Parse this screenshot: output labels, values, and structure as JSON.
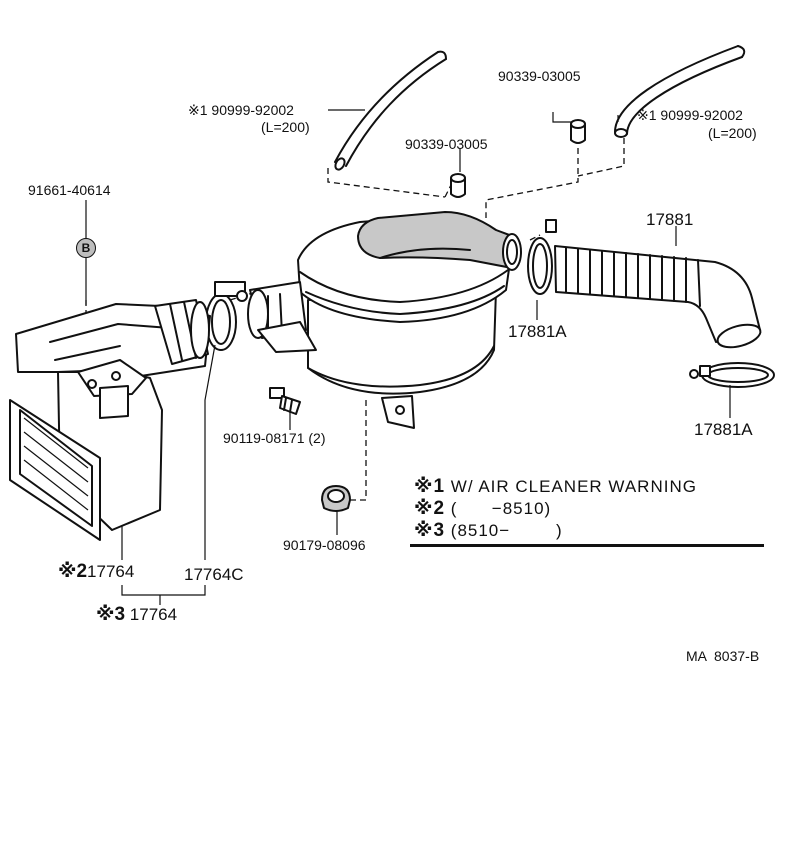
{
  "labels": {
    "hose_left": {
      "mark": "※1",
      "part": "90999-92002",
      "len": "(L=200)"
    },
    "plug_top": "90339-03005",
    "plug_mid": "90339-03005",
    "hose_right": {
      "mark": "※1",
      "part": "90999-92002",
      "len": "(L=200)"
    },
    "bolt_cushion": "91661-40614",
    "circle_b": "B",
    "hose_17881": "17881",
    "clamp_upper": "17881A",
    "clamp_lower": "17881A",
    "bolt": "90119-08171 (2)",
    "grommet": "90179-08096",
    "housing_a": {
      "mark": "※2",
      "part": "17764"
    },
    "hose_c": "17764C",
    "housing_b": {
      "mark": "※3",
      "part": "17764"
    }
  },
  "notes": [
    {
      "mark": "※1",
      "text": "W/ AIR CLEANER WARNING"
    },
    {
      "mark": "※2",
      "text": "(      −8510)"
    },
    {
      "mark": "※3",
      "text": "(8510−        )"
    }
  ],
  "diagram_code": "MA  8037-B"
}
